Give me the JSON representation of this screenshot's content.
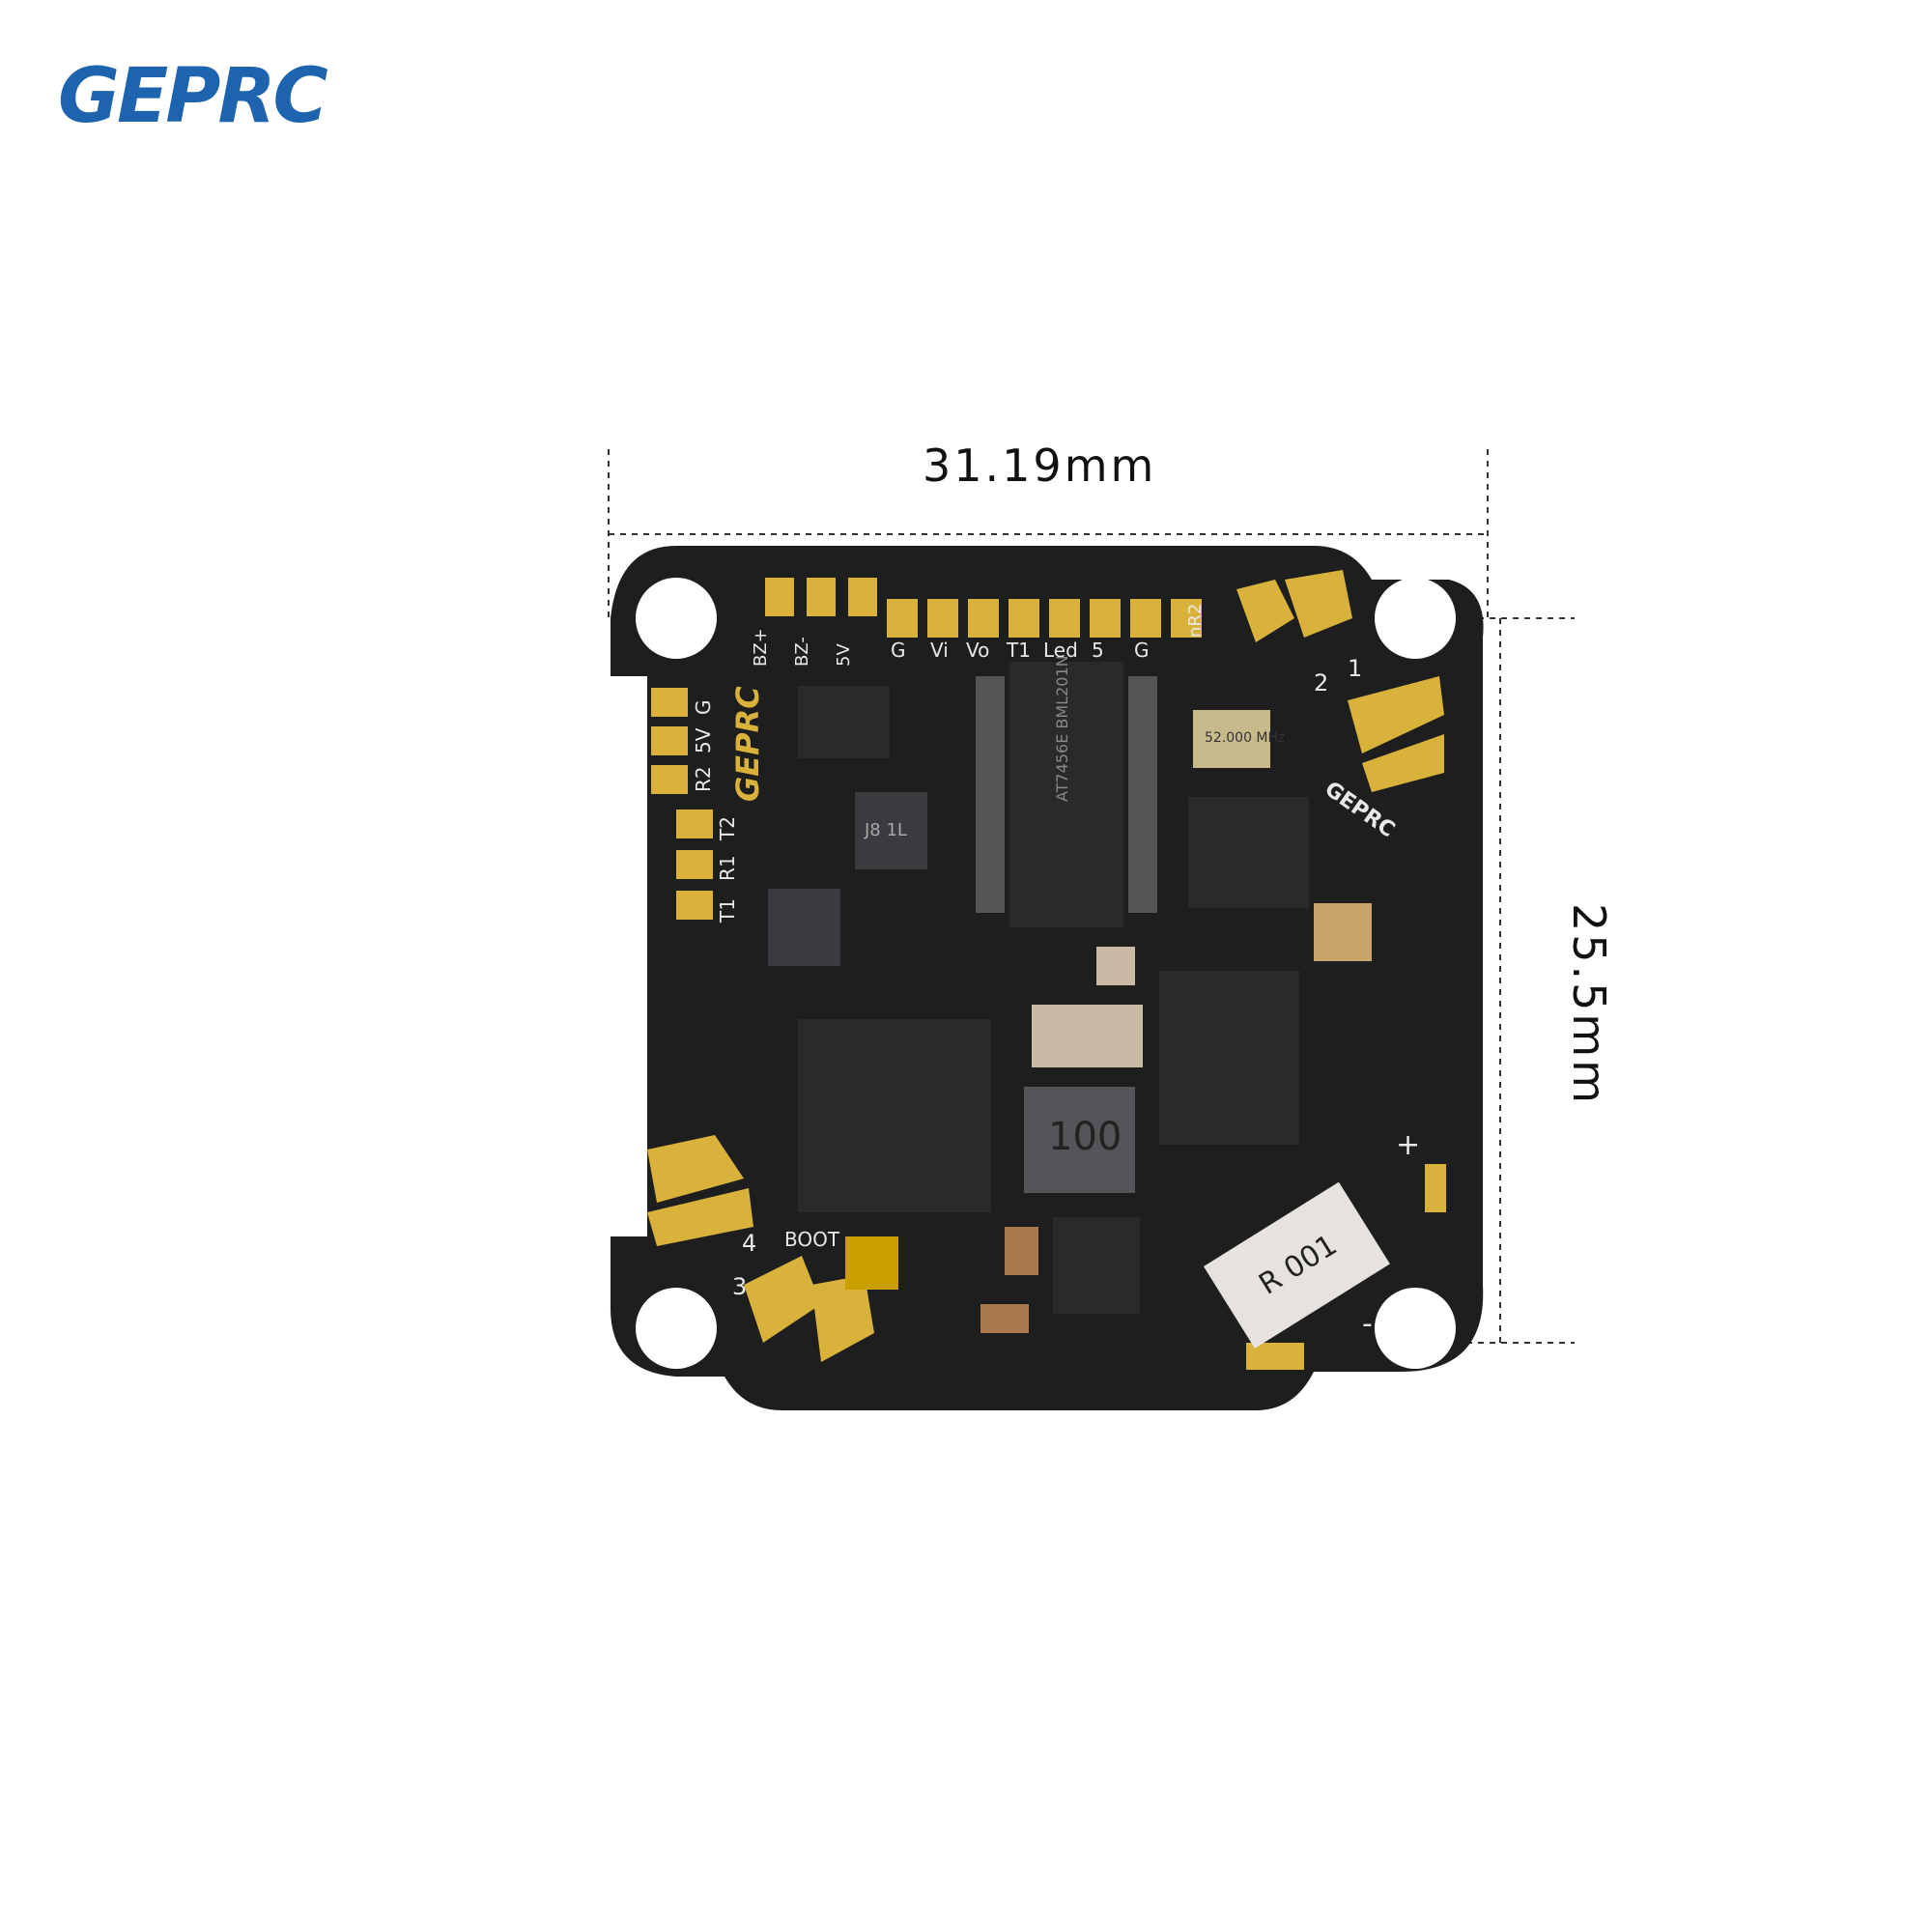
{
  "brand": {
    "logo_text": "GEPRC",
    "color": "#1d63ad"
  },
  "dimensions": {
    "width": "31.19mm",
    "height": "25.5mm"
  },
  "board": {
    "top_pad_labels": [
      "BZ+",
      "BZ-",
      "5V",
      "G",
      "Vi",
      "Vo",
      "T1",
      "Led",
      "5",
      "G",
      "nR2"
    ],
    "left_pad_labels": [
      "R2",
      "5V",
      "G",
      "T2",
      "R1",
      "T1"
    ],
    "motor_labels": [
      "1",
      "2",
      "3",
      "4"
    ],
    "silk_logo": "GEPRC",
    "boot_label": "BOOT",
    "plus_label": "+",
    "minus_label": "-",
    "crystal_text": "52.000 MHz",
    "inductor_text": "100",
    "shunt_text": "R 001",
    "chip_text": "AT7456E BML201N",
    "diode_text": "J8 1L",
    "colors": {
      "pcb": "#1e1e1f",
      "gold": "#d9b23b",
      "chip": "#2a2a2c",
      "shunt": "#e6e3df"
    }
  }
}
